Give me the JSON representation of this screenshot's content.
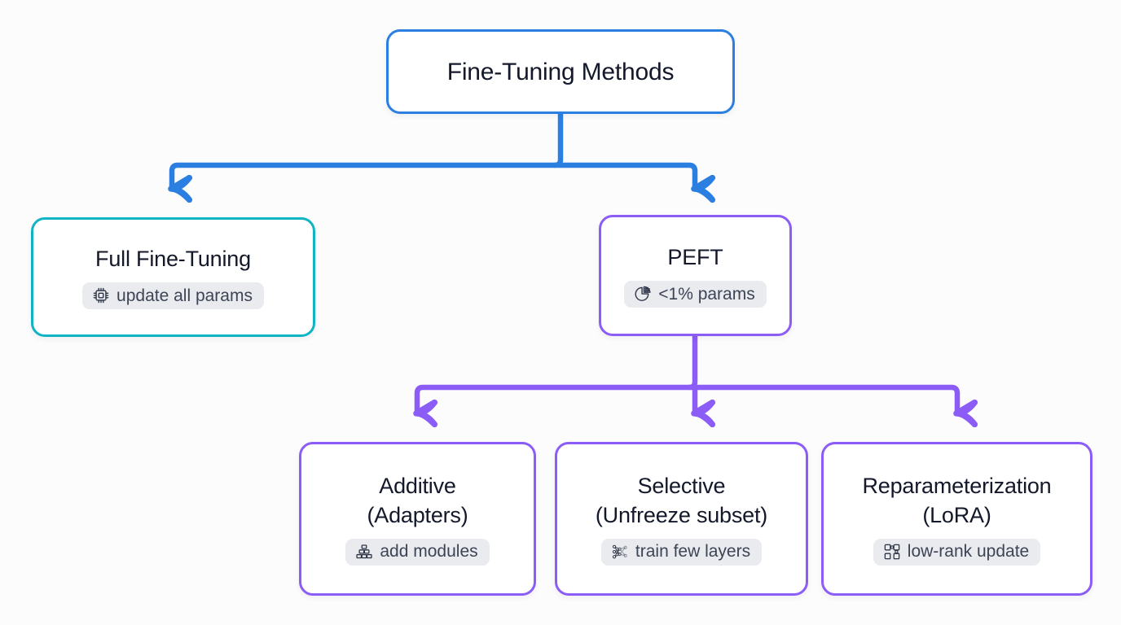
{
  "diagram": {
    "title": "Fine-Tuning Methods",
    "background_color": "#fcfcfd",
    "colors": {
      "root_accent": "#2b7fe0",
      "full_accent": "#11b4c3",
      "peft_accent": "#8b5cf6",
      "badge_background": "#e9ebef",
      "text": "#13182a",
      "badge_text": "#3d4455"
    }
  },
  "nodes": {
    "root": {
      "label": "Fine-Tuning Methods",
      "accent": "#2b7fe0"
    },
    "full": {
      "label": "Full Fine-Tuning",
      "badge_text": "update all params",
      "badge_icon": "cpu-chip-icon",
      "accent": "#11b4c3"
    },
    "peft": {
      "label": "PEFT",
      "badge_text": "<1% params",
      "badge_icon": "pie-chart-icon",
      "accent": "#8b5cf6"
    },
    "additive": {
      "label": "Additive\n(Adapters)",
      "badge_text": "add modules",
      "badge_icon": "stacked-blocks-icon",
      "accent": "#8b5cf6"
    },
    "selective": {
      "label": "Selective\n(Unfreeze subset)",
      "badge_text": "train few layers",
      "badge_icon": "neural-network-icon",
      "accent": "#8b5cf6"
    },
    "reparameterization": {
      "label": "Reparameterization\n(LoRA)",
      "badge_text": "low-rank update",
      "badge_icon": "matrix-grid-icon",
      "accent": "#8b5cf6"
    }
  },
  "edges": [
    {
      "from": "root",
      "to": "full",
      "color": "#2b7fe0",
      "style": "elbow-arrow"
    },
    {
      "from": "root",
      "to": "peft",
      "color": "#2b7fe0",
      "style": "elbow-arrow"
    },
    {
      "from": "peft",
      "to": "additive",
      "color": "#8b5cf6",
      "style": "elbow-arrow"
    },
    {
      "from": "peft",
      "to": "selective",
      "color": "#8b5cf6",
      "style": "straight-arrow"
    },
    {
      "from": "peft",
      "to": "reparameterization",
      "color": "#8b5cf6",
      "style": "elbow-arrow"
    }
  ]
}
